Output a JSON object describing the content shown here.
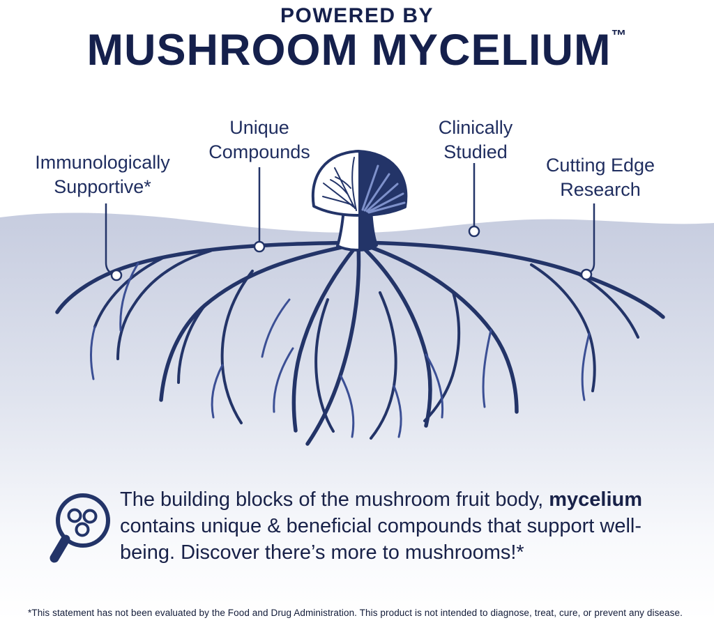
{
  "header": {
    "kicker": "POWERED BY",
    "title": "MUSHROOM MYCELIUM",
    "trademark": "™"
  },
  "callouts": {
    "immunologically": {
      "line1": "Immunologically",
      "line2": "Supportive*"
    },
    "unique": {
      "line1": "Unique",
      "line2": "Compounds"
    },
    "clinically": {
      "line1": "Clinically",
      "line2": "Studied"
    },
    "cutting": {
      "line1": "Cutting Edge",
      "line2": "Research"
    }
  },
  "body": {
    "icon": "magnifier-molecules-icon",
    "text_before": "The building blocks of the mushroom fruit body, ",
    "highlight": "mycelium",
    "text_after": " contains unique & beneficial compounds that support well-being. Discover there’s more to mushrooms!*"
  },
  "footer": {
    "disclaimer": "*This statement has not been evaluated by the Food and Drug Administration. This product is not intended to diagnose, treat, cure, or prevent any disease."
  },
  "colors": {
    "navy": "#233468",
    "ground": "#c6ccdf",
    "gills": "#7e91cb"
  }
}
